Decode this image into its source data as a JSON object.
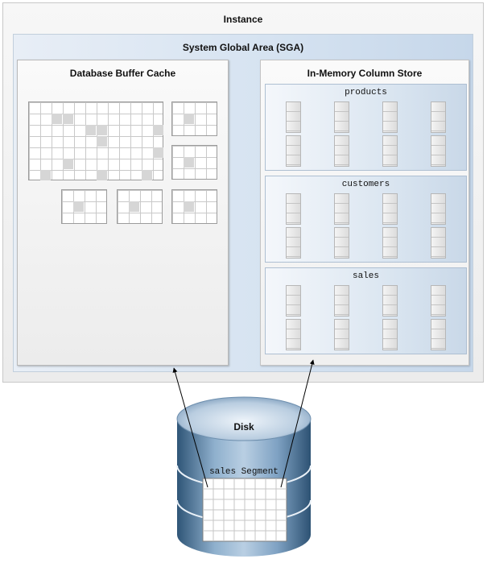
{
  "instance": {
    "title": "Instance"
  },
  "sga": {
    "title": "System Global Area (SGA)"
  },
  "buffer_cache": {
    "title": "Database Buffer Cache"
  },
  "column_store": {
    "title": "In-Memory Column Store",
    "tables": [
      {
        "name": "products"
      },
      {
        "name": "customers"
      },
      {
        "name": "sales"
      }
    ]
  },
  "disk": {
    "title": "Disk",
    "segment_label": "sales Segment"
  },
  "colors": {
    "sga_blue": "#c6d7ea",
    "disk_blue": "#5d84a8",
    "grid_line": "#c9c9c9"
  }
}
